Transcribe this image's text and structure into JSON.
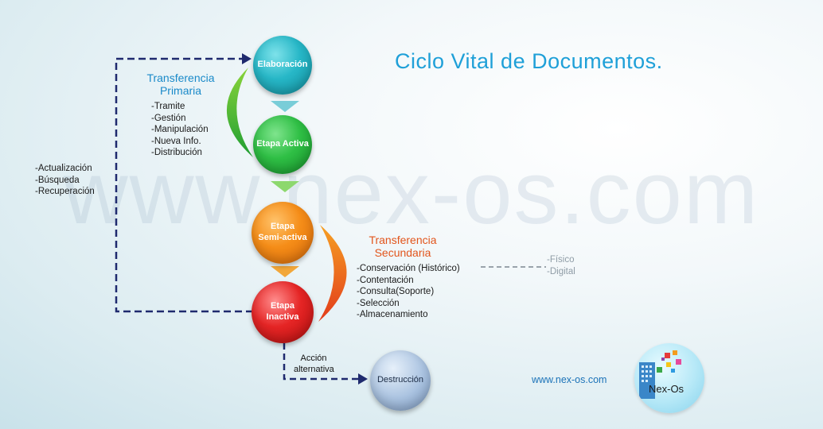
{
  "watermark": "www.nex-os.com",
  "title": "Ciclo Vital de Documentos.",
  "stages": {
    "elaboracion": [
      "Elaboración"
    ],
    "activa": [
      "Etapa Activa"
    ],
    "semi_activa": [
      "Etapa",
      "Semi-activa"
    ],
    "inactiva": [
      "Etapa",
      "Inactiva"
    ],
    "destruccion": [
      "Destrucción"
    ]
  },
  "primaria": {
    "title_lines": [
      "Transferencia",
      "Primaria"
    ],
    "items": [
      "-Tramite",
      "-Gestión",
      "-Manipulación",
      "-Nueva Info.",
      "-Distribución"
    ]
  },
  "secundaria": {
    "title_lines": [
      "Transferencia",
      "Secundaria"
    ],
    "items": [
      "-Conservación (Histórico)",
      "-Contentación",
      "-Consulta(Soporte)",
      "-Selección",
      "-Almacenamiento"
    ]
  },
  "left_loop": {
    "items": [
      "-Actualización",
      "-Búsqueda",
      "-Recuperación"
    ]
  },
  "soporte": {
    "items": [
      "-Físico",
      "-Digital"
    ]
  },
  "accion_alternativa": [
    "Acción",
    "alternativa"
  ],
  "url": "www.nex-os.com",
  "logo_text": "Nex-Os",
  "colors": {
    "elaboracion": "#27b7c7",
    "activa": "#2fbf45",
    "semi_activa": "#f58d18",
    "inactiva": "#e52525",
    "destruccion": "#a9c2e0",
    "arrows": "#1f2a6e",
    "title": "#1fa0d8",
    "primaria": "#1a8ac9",
    "secundaria": "#e2551c"
  },
  "icons": [
    "connector-arrow",
    "chevron-down",
    "bracket-arc",
    "logo-building",
    "logo-squares"
  ]
}
